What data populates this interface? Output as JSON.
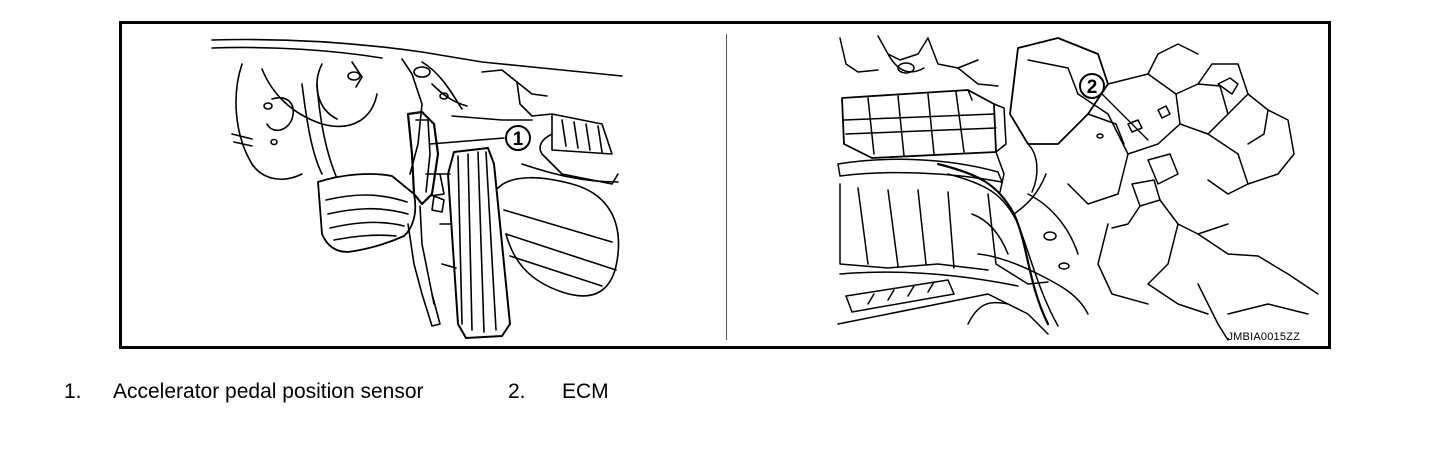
{
  "figure": {
    "callouts": [
      "1",
      "2"
    ],
    "figure_id": "JMBIA0015ZZ"
  },
  "legend": [
    {
      "number": "1.",
      "label": "Accelerator pedal position sensor"
    },
    {
      "number": "2.",
      "label": "ECM"
    }
  ]
}
